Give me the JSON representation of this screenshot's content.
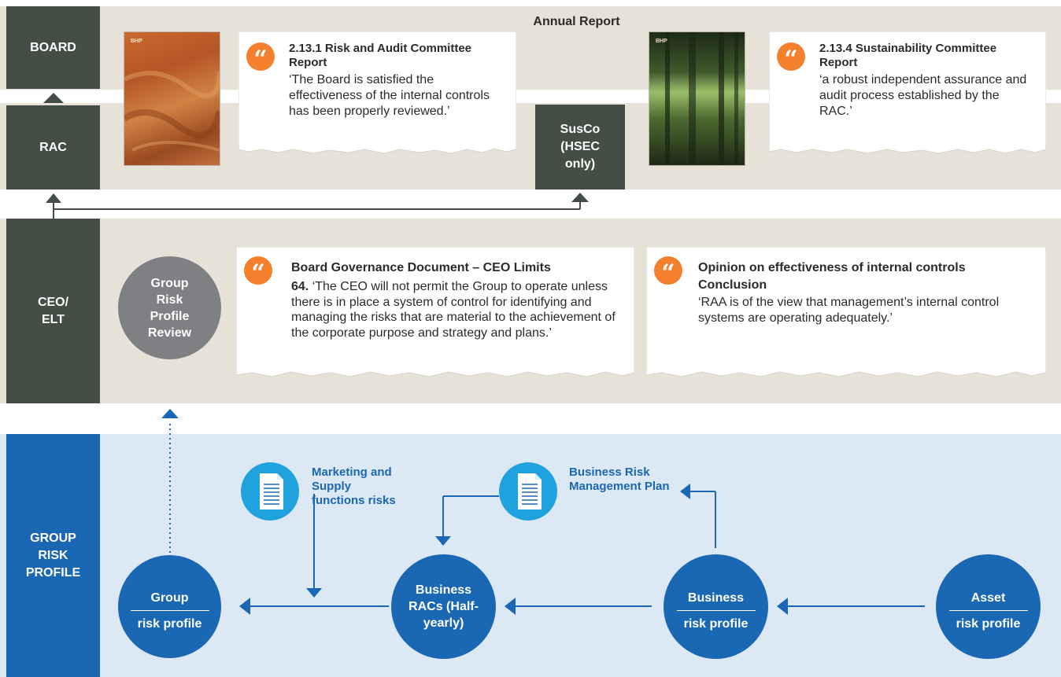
{
  "annual_report_label": "Annual Report",
  "rows": {
    "board": "BOARD",
    "rac": "RAC",
    "ceo_elt": "CEO/ ELT",
    "group_risk_profile": "GROUP RISK PROFILE"
  },
  "susco_label": "SusCo (HSEC only)",
  "covers": [
    {
      "brand": "BHP",
      "style": "rock-orange"
    },
    {
      "brand": "BHP",
      "style": "forest-green"
    }
  ],
  "quotes": {
    "rac_report": {
      "title": "2.13.1 Risk and Audit Committee Report",
      "body": "‘The Board is satisfied the effectiveness of the internal controls has been properly reviewed.’"
    },
    "sustainability_report": {
      "title": "2.13.4 Sustainability Committee Report",
      "body": "‘a robust independent assurance and audit process established by the RAC.’"
    },
    "governance": {
      "title": "Board Governance Document – CEO Limits",
      "number": "64.",
      "body": "‘The CEO will not permit the Group to operate unless there is in place a system of control for identifying and managing the risks that are material to the achievement of the corporate purpose and strategy and plans.’"
    },
    "opinion": {
      "title": "Opinion on effectiveness of internal controls",
      "subtitle": "Conclusion",
      "body": "‘RAA is of the view that management’s internal control systems are operating adequately.’"
    }
  },
  "group_risk_review": "Group Risk Profile Review",
  "docs": {
    "marketing": "Marketing and Supply functions risks",
    "brmp": "Business Risk Management Plan"
  },
  "circles": {
    "group": {
      "top": "Group",
      "bottom": "risk profile"
    },
    "business_racs": "Business RACs (Half-yearly)",
    "business": {
      "top": "Business",
      "bottom": "risk profile"
    },
    "asset": {
      "top": "Asset",
      "bottom": "risk profile"
    }
  },
  "colors": {
    "dark_side": "#454d47",
    "beige": "#e6e2d8",
    "light_blue": "#dde8f5",
    "brand_blue": "#1a67b3",
    "doc_blue": "#1fa2dd",
    "quote_orange": "#f47f2c",
    "grey_circle": "#7e8083"
  }
}
